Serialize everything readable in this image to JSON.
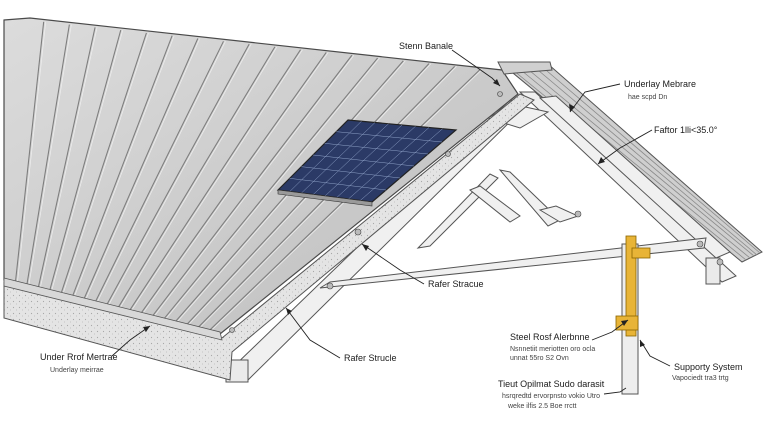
{
  "labels": {
    "standing_seam": "Stenn Banale",
    "underlay_top": {
      "title": "Underlay Mebrare",
      "detail": "hae scpd Dn"
    },
    "rafter_angle": "Faftor 1lli<35.0°",
    "rafter_upper": "Rafer Stracue",
    "rafter_lower": "Rafer Strucle",
    "under_roof": {
      "title": "Under Rrof Mertrae",
      "detail": "Underlay meirrae"
    },
    "steel_roof": {
      "title": "Steel Rosf Alerbnne",
      "detail_1": "Nsnnetiit meriotten oro ocla",
      "detail_2": "unnat 55ro S2 Ovn"
    },
    "support": {
      "title": "Supporty System",
      "detail": "Vapociedt tra3 trtg"
    },
    "tiebolt": {
      "title": "Tieut Opilmat Sudo darasit",
      "detail_1": "hsrqredtd ervorpnsto vokio Utro",
      "detail_2": "weke ilfis 2.5 Boe rrctt"
    }
  },
  "colors": {
    "roof_panel": "#c9c9c9",
    "panel_rib": "#7a7a7a",
    "timber": "#eeeeee",
    "solar_cell": "#2b3a66",
    "bracket": "#e8b437",
    "ink": "#333333"
  }
}
